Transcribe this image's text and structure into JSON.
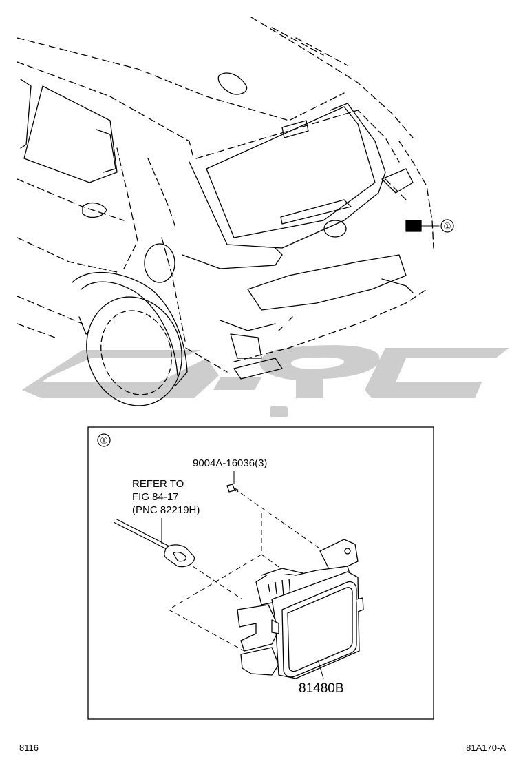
{
  "callout_marker": "①",
  "detail": {
    "marker": "①",
    "bolt_part": "9004A-16036(3)",
    "refer_lines": [
      "REFER TO",
      "FIG 84-17",
      "(PNC 82219H)"
    ],
    "sensor_part": "81480B"
  },
  "footer": {
    "left_code": "8116",
    "right_code": "81A170-A"
  },
  "colors": {
    "line": "#000000",
    "watermark": "#c8c8c8"
  }
}
